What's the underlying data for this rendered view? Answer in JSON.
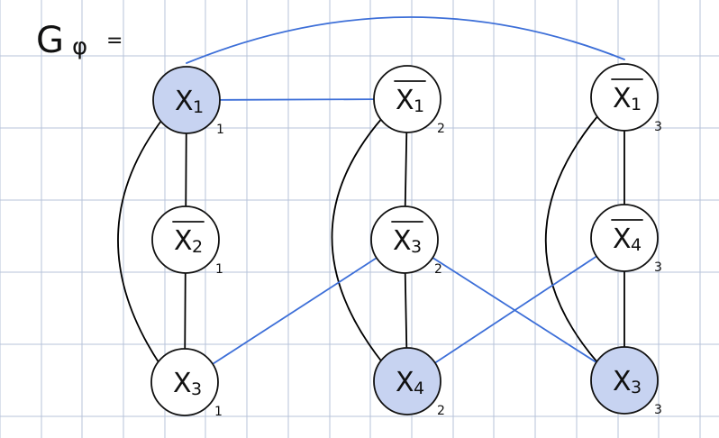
{
  "title": {
    "main": "G",
    "sub": "φ",
    "equals": "="
  },
  "colors": {
    "grid": "#b7c3da",
    "highlight_fill": "#c7d3f1",
    "node_fill": "#ffffff",
    "clause_edge": "#000000",
    "conflict_edge": "#3d6fd8"
  },
  "nodes": [
    {
      "id": "x1_1",
      "var": "X",
      "index": "1",
      "negated": false,
      "clause": "1",
      "highlighted": true
    },
    {
      "id": "nx2_1",
      "var": "X",
      "index": "2",
      "negated": true,
      "clause": "1",
      "highlighted": false
    },
    {
      "id": "x3_1",
      "var": "X",
      "index": "3",
      "negated": false,
      "clause": "1",
      "highlighted": false
    },
    {
      "id": "nx1_2",
      "var": "X",
      "index": "1",
      "negated": true,
      "clause": "2",
      "highlighted": false
    },
    {
      "id": "nx3_2",
      "var": "X",
      "index": "3",
      "negated": true,
      "clause": "2",
      "highlighted": false
    },
    {
      "id": "x4_2",
      "var": "X",
      "index": "4",
      "negated": false,
      "clause": "2",
      "highlighted": true
    },
    {
      "id": "nx1_3",
      "var": "X",
      "index": "1",
      "negated": true,
      "clause": "3",
      "highlighted": false
    },
    {
      "id": "nx4_3",
      "var": "X",
      "index": "4",
      "negated": true,
      "clause": "3",
      "highlighted": false
    },
    {
      "id": "x3_3",
      "var": "X",
      "index": "3",
      "negated": false,
      "clause": "3",
      "highlighted": true
    }
  ],
  "clause_edges": [
    {
      "from": "x1_1",
      "to": "nx2_1"
    },
    {
      "from": "nx2_1",
      "to": "x3_1"
    },
    {
      "from": "x1_1",
      "to": "x3_1"
    },
    {
      "from": "nx1_2",
      "to": "nx3_2"
    },
    {
      "from": "nx3_2",
      "to": "x4_2"
    },
    {
      "from": "nx1_2",
      "to": "x4_2"
    },
    {
      "from": "nx1_3",
      "to": "nx4_3"
    },
    {
      "from": "nx4_3",
      "to": "x3_3"
    },
    {
      "from": "nx1_3",
      "to": "x3_3"
    }
  ],
  "conflict_edges": [
    {
      "from": "x1_1",
      "to": "nx1_2"
    },
    {
      "from": "x1_1",
      "to": "nx1_3"
    },
    {
      "from": "x3_1",
      "to": "nx3_2"
    },
    {
      "from": "nx3_2",
      "to": "x3_3"
    },
    {
      "from": "x4_2",
      "to": "nx4_3"
    }
  ]
}
